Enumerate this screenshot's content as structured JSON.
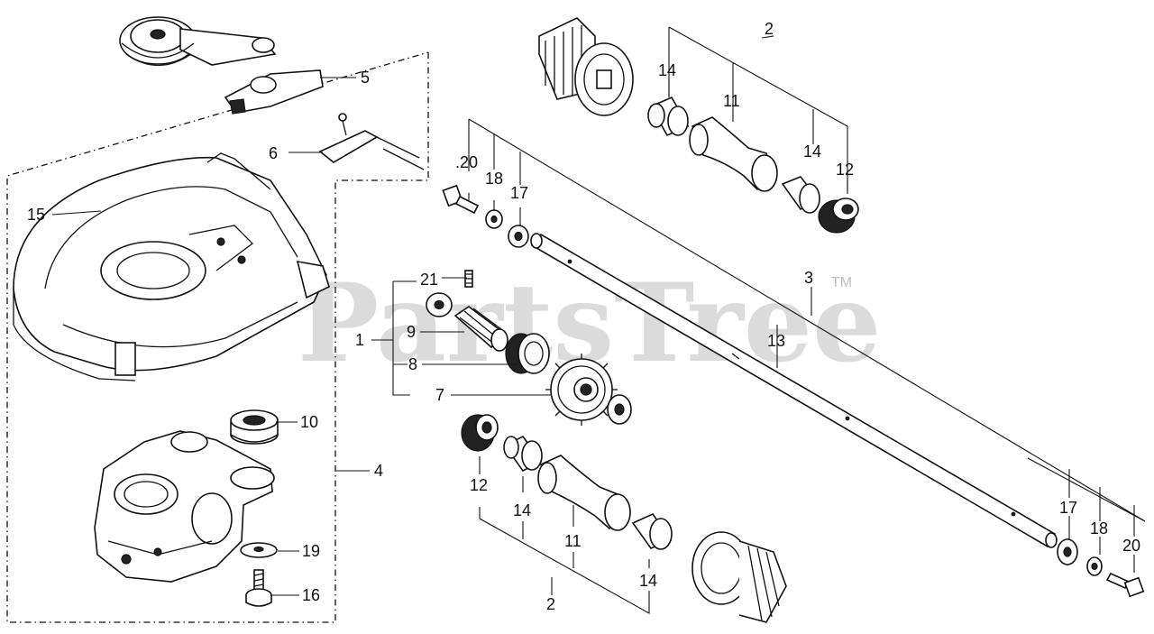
{
  "watermark": {
    "text": "PartsTree",
    "trademark": "TM"
  },
  "callouts": {
    "c1": "1",
    "c2_top": "2",
    "c2_bottom": "2",
    "c3": "3",
    "c4": "4",
    "c5": "5",
    "c6": "6",
    "c7": "7",
    "c8": "8",
    "c9": "9",
    "c10": "10",
    "c11_top": "11",
    "c11_bottom": "11",
    "c12_top": "12",
    "c12_bottom": "12",
    "c13": "13",
    "c14_top_a": "14",
    "c14_top_b": "14",
    "c14_bottom_a": "14",
    "c14_bottom_b": "14",
    "c15": "15",
    "c16": "16",
    "c17_top": "17",
    "c17_bottom": "17",
    "c18_top": "18",
    "c18_bottom": "18",
    "c19": "19",
    "c20_top": ".20",
    "c20_bottom": "20",
    "c21": "21"
  }
}
